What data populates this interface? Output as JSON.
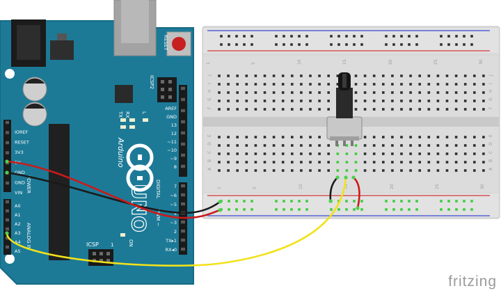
{
  "board": {
    "brand_vertical": "Arduino",
    "model_vertical": "UNO",
    "reset_label": "RESET",
    "icsp2_label": "ICSP2",
    "icsp_label": "ICSP",
    "tx_label": "TX",
    "rx_label": "RX",
    "l_label": "L",
    "on_label": "ON",
    "digital_label": "DIGITAL",
    "pwm_label": "PWM ~",
    "power_label": "POWER",
    "analog_label": "ANALOG IN",
    "header_one": "1",
    "power_pins": [
      "IOREF",
      "RESET",
      "3V3",
      "5V",
      "GND",
      "GND",
      "VIN"
    ],
    "analog_pins": [
      "A0",
      "A1",
      "A2",
      "A3",
      "A4",
      "A5"
    ],
    "digital_top_pins": [
      "AREF",
      "GND",
      "13",
      "12",
      "~11",
      "~10",
      "~9",
      "8"
    ],
    "digital_bottom_pins": [
      "7",
      "~6",
      "~5",
      "4",
      "~3",
      "2",
      "TX▸1",
      "RX◂0"
    ]
  },
  "breadboard": {
    "row_letters_top": [
      "J",
      "I",
      "H",
      "G",
      "F"
    ],
    "row_letters_bottom": [
      "E",
      "D",
      "C",
      "B",
      "A"
    ],
    "column_numbers": [
      "1",
      "5",
      "10",
      "15",
      "20",
      "25",
      "30"
    ]
  },
  "colors": {
    "board": "#1c7a97",
    "board_edge": "#166a84",
    "breadboard": "#d9d9d9",
    "wire_red": "#cc1a1a",
    "wire_black": "#1a1a1a",
    "wire_yellow": "#f2e21a",
    "rail_red": "#d23a3a",
    "rail_blue": "#3a4ad2"
  },
  "footer": {
    "brand": "fritzing"
  }
}
